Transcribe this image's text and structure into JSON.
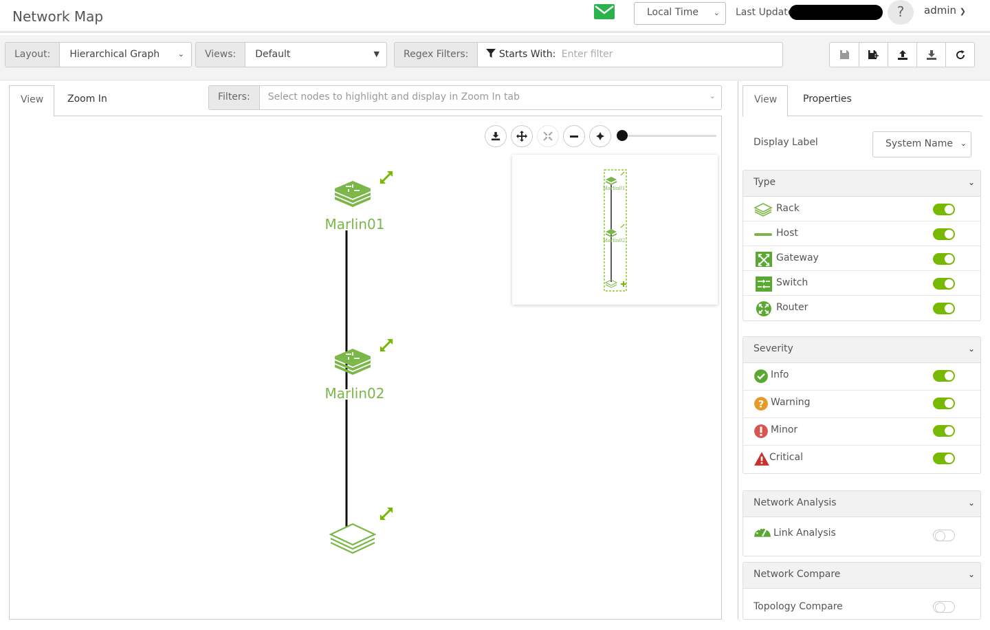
{
  "header": {
    "title": "Network Map",
    "time_mode": "Local Time",
    "last_updated_label": "Last Update",
    "help_label": "?",
    "user": "admin"
  },
  "toolbar": {
    "layout_label": "Layout:",
    "layout_value": "Hierarchical Graph",
    "views_label": "Views:",
    "views_value": "Default",
    "regex_label": "Regex Filters:",
    "regex_mode": "Starts With:",
    "regex_placeholder": "Enter filter",
    "action_icons": [
      "save-icon",
      "save-as-icon",
      "upload-icon",
      "download-icon",
      "refresh-icon"
    ]
  },
  "left_panel": {
    "tabs": [
      "View",
      "Zoom In"
    ],
    "filters_label": "Filters:",
    "filters_placeholder": "Select nodes to highlight and display in Zoom In tab",
    "graph_nodes": [
      "Marlin01",
      "Marlin02",
      ""
    ],
    "minimap_nodes": [
      "Marlin01",
      "Marlin02"
    ],
    "zoom_level": 0.0,
    "control_icons": [
      "download-icon",
      "move-icon",
      "collapse-icon",
      "zoom-out-icon",
      "fit-icon"
    ]
  },
  "right_panel": {
    "tabs": [
      "View",
      "Properties"
    ],
    "display_label": "Display Label",
    "display_value": "System Name",
    "sections": [
      {
        "title": "Type",
        "rows": [
          {
            "label": "Rack",
            "icon": "rack-icon",
            "on": true
          },
          {
            "label": "Host",
            "icon": "host-icon",
            "on": true
          },
          {
            "label": "Gateway",
            "icon": "gateway-icon",
            "on": true
          },
          {
            "label": "Switch",
            "icon": "switch-icon",
            "on": true
          },
          {
            "label": "Router",
            "icon": "router-icon",
            "on": true
          }
        ]
      },
      {
        "title": "Severity",
        "rows": [
          {
            "label": "Info",
            "icon": "info-check-icon",
            "on": true
          },
          {
            "label": "Warning",
            "icon": "warning-question-icon",
            "on": true
          },
          {
            "label": "Minor",
            "icon": "minor-exclamation-icon",
            "on": true
          },
          {
            "label": "Critical",
            "icon": "critical-triangle-icon",
            "on": true
          }
        ]
      },
      {
        "title": "Network Analysis",
        "rows": [
          {
            "label": "Link Analysis",
            "icon": "gauge-icon",
            "on": false
          }
        ]
      },
      {
        "title": "Network Compare",
        "rows": [
          {
            "label": "Topology Compare",
            "icon": "",
            "on": false
          }
        ]
      }
    ]
  },
  "colors": {
    "accent": "#76b900",
    "node": "#7ab648",
    "warning": "#e69a28",
    "minor": "#d9534f",
    "critical": "#c9302c"
  }
}
